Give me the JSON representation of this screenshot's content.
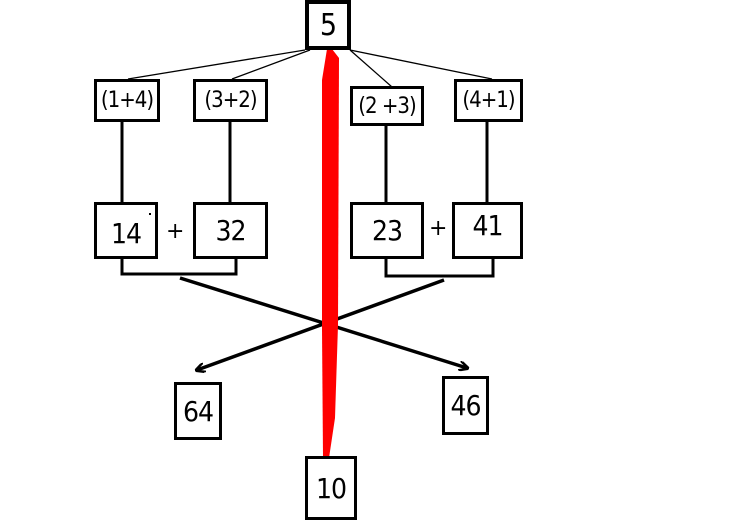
{
  "root": {
    "label": "5"
  },
  "expressions": [
    {
      "label": "(1+4)"
    },
    {
      "label": "(3+2)"
    },
    {
      "label": "(2 +3)"
    },
    {
      "label": "(4+1)"
    }
  ],
  "numbers": [
    {
      "label": "14"
    },
    {
      "label": "32"
    },
    {
      "label": "23"
    },
    {
      "label": "41"
    }
  ],
  "operators": {
    "left_plus": "+",
    "right_plus": "+"
  },
  "results": {
    "left": {
      "label": "64"
    },
    "right": {
      "label": "46"
    },
    "center": {
      "label": "10"
    }
  },
  "colors": {
    "stroke": "#000000",
    "highlight": "#ff0000",
    "background": "#ffffff"
  }
}
